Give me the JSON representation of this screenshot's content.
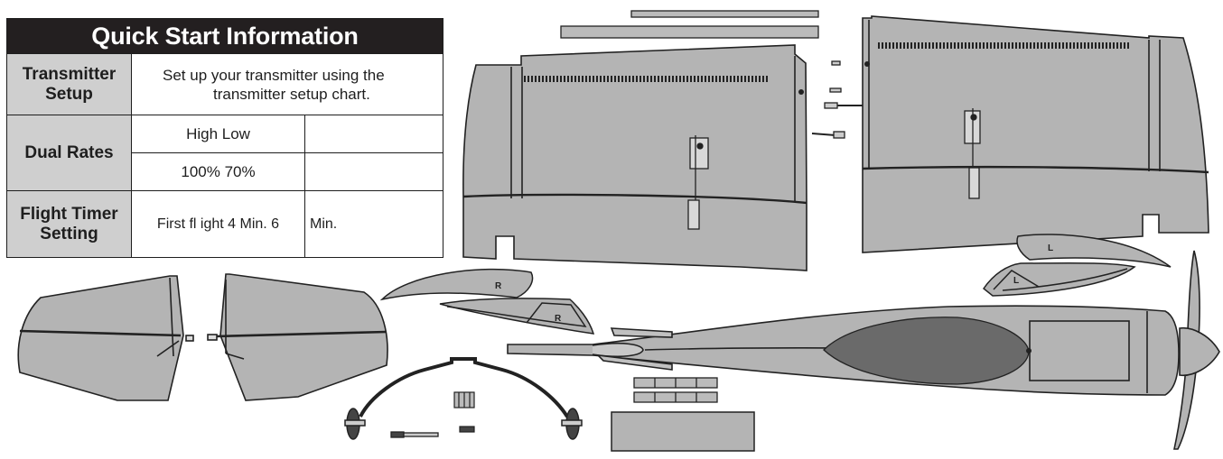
{
  "quick_start": {
    "title": "Quick Start Information",
    "transmitter_setup": {
      "label_line1": "Transmitter",
      "label_line2": "Setup",
      "text_line1": "Set up your transmitter using the",
      "text_line2": "transmitter setup chart."
    },
    "dual_rates": {
      "label": "Dual Rates",
      "header": "High Low",
      "values": "100% 70%",
      "extra_header": "",
      "extra_values": ""
    },
    "flight_timer": {
      "label_line1": "Flight Timer",
      "label_line2": "Setting",
      "value_a": "First fl ight 4 Min. 6",
      "value_b": "Min."
    }
  },
  "parts_labels": {
    "right_fairing": "R",
    "right_fairing_inner": "R",
    "left_fairing": "L",
    "left_fairing_inner": "L"
  },
  "colors": {
    "part_fill": "#b4b4b4",
    "part_stroke": "#222222",
    "canopy_fill": "#6a6a6a",
    "table_header_bg": "#231f20",
    "table_label_bg": "#cfcfcf"
  }
}
